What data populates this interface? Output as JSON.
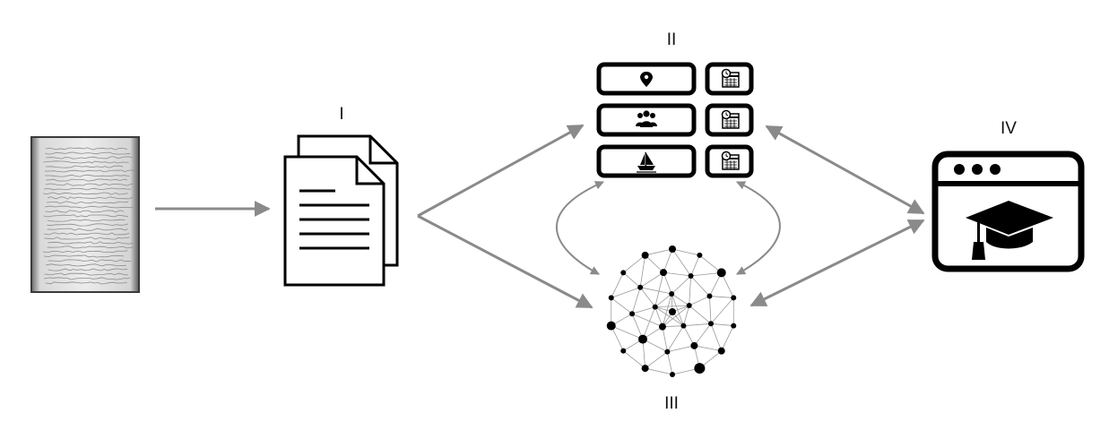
{
  "stages": {
    "one": "I",
    "two": "II",
    "three": "III",
    "four": "IV"
  },
  "icons": {
    "source": "manuscript-page-image",
    "transcription": "document-stack-icon",
    "extraction_rows": [
      "location-pin-icon",
      "people-group-icon",
      "ship-icon"
    ],
    "extraction_dates": "calendar-clock-icon",
    "graph": "network-graph-icon",
    "application": "browser-window-graduation-cap-icon"
  },
  "colors": {
    "arrow": "#8a8a8a",
    "ink": "#000000",
    "graph_edge": "#9a9a9a",
    "manuscript_paper": "#e6e6e6",
    "manuscript_edge": "#3a3a3a"
  }
}
